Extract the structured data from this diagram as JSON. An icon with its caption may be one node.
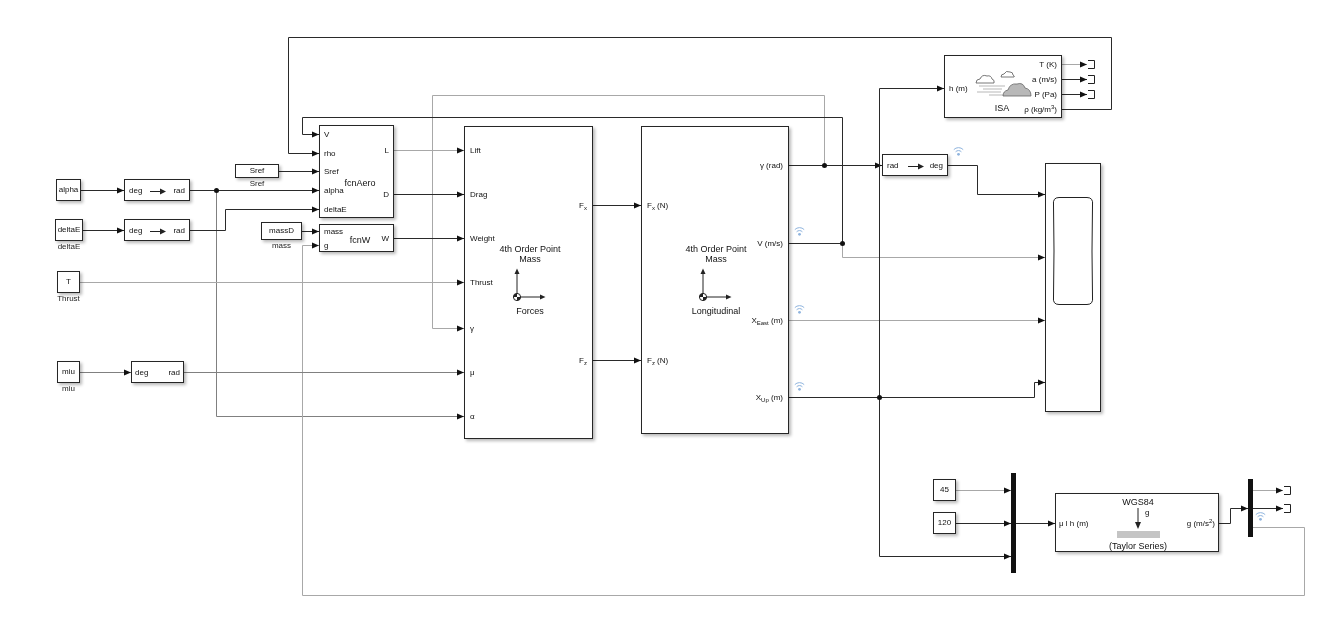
{
  "diagram": {
    "nodes": [
      {
        "text": [
          "alpha"
        ]
      },
      {
        "text": [
          "deltaE"
        ],
        "beside": [
          "deltaE"
        ]
      },
      {
        "text": [
          "T"
        ],
        "beside": [
          "Thrust"
        ]
      },
      {
        "text": [
          "miu"
        ],
        "beside": [
          "miu"
        ]
      },
      {
        "text": [
          "deg",
          "rad"
        ]
      },
      {
        "text": [
          "deg",
          "rad"
        ]
      },
      {
        "text": [
          "Sref"
        ],
        "beside": [
          "Sref"
        ]
      },
      {
        "text": [
          "V",
          "rho",
          "Sref",
          "alpha",
          "deltaE",
          "fcnAero",
          "L",
          "D"
        ]
      },
      {
        "text": [
          "massD"
        ],
        "beside": [
          "mass"
        ]
      },
      {
        "text": [
          "mass",
          "g",
          "fcnW",
          "W"
        ]
      },
      {
        "text": [
          "deg",
          "rad"
        ]
      },
      {
        "text": [
          "Lift",
          "Drag",
          "Weight",
          "Thrust",
          "γ",
          "μ",
          "α",
          "4th Order Point Mass",
          "Forces",
          "F$_{x}$",
          "F$_{z}$"
        ]
      },
      {
        "text": [
          "F$_{x}$ (N)",
          "F$_{z}$ (N)",
          "4th Order Point Mass",
          "Longitudinal",
          "γ (rad)",
          "V (m/s)",
          "X$_{East}$ (m)",
          "X$_{Up}$ (m)"
        ]
      },
      {
        "text": [
          "h (m)",
          "ISA",
          "T (K)",
          "a (m/s)",
          "P (Pa)",
          "ρ (kg/m$^{3}$)"
        ]
      },
      {
        "text": [],
        "shape": "bracket"
      },
      {
        "text": [],
        "shape": "bracket"
      },
      {
        "text": [],
        "shape": "bracket"
      },
      {
        "text": [
          "rad",
          "deg"
        ]
      },
      {
        "text": [],
        "shape": "box"
      },
      {
        "text": [
          "45"
        ]
      },
      {
        "text": [
          "120"
        ]
      },
      {
        "text": [],
        "shape": "bar"
      },
      {
        "text": [
          "μ l h (m)",
          "WGS84",
          "g",
          "(Taylor Series)",
          "g (m/s$^{2}$)"
        ]
      },
      {
        "text": [],
        "shape": "bar"
      },
      {
        "text": [],
        "shape": "bracket"
      },
      {
        "text": [],
        "shape": "bracket"
      }
    ],
    "edges": [
      {
        "from": 0,
        "to": 4,
        "arrow": "to"
      },
      {
        "from": 4,
        "to": 7,
        "arrow": "to"
      },
      {
        "from": 4,
        "to": 11,
        "arrow": "to",
        "color": "#808080"
      },
      {
        "from": 1,
        "to": 5,
        "arrow": "to"
      },
      {
        "from": 5,
        "to": 7,
        "arrow": "to"
      },
      {
        "from": 6,
        "to": 7,
        "arrow": "to"
      },
      {
        "from": 13,
        "to": 7,
        "arrow": "to"
      },
      {
        "from": 12,
        "to": 7,
        "arrow": "to"
      },
      {
        "from": 8,
        "to": 9,
        "arrow": "to"
      },
      {
        "from": 23,
        "to": 9,
        "arrow": "to",
        "color": "#a8a8a8"
      },
      {
        "from": 7,
        "to": 11,
        "arrow": "to",
        "color": "#a8a8a8"
      },
      {
        "from": 7,
        "to": 11,
        "arrow": "to"
      },
      {
        "from": 9,
        "to": 11,
        "arrow": "to"
      },
      {
        "from": 2,
        "to": 11,
        "arrow": "to",
        "color": "#a8a8a8"
      },
      {
        "from": 12,
        "to": 11,
        "arrow": "to",
        "color": "#a8a8a8"
      },
      {
        "from": 3,
        "to": 10,
        "arrow": "to",
        "color": "#808080"
      },
      {
        "from": 10,
        "to": 11,
        "arrow": "to",
        "color": "#808080"
      },
      {
        "from": 11,
        "to": 12,
        "arrow": "to"
      },
      {
        "from": 11,
        "to": 12,
        "arrow": "to"
      },
      {
        "from": 12,
        "to": 17,
        "arrow": "to"
      },
      {
        "from": 12,
        "to": 18,
        "arrow": "to",
        "color": "#a8a8a8"
      },
      {
        "from": 12,
        "to": 18,
        "arrow": "to",
        "color": "#a8a8a8"
      },
      {
        "from": 12,
        "to": 18,
        "arrow": "to"
      },
      {
        "from": 12,
        "to": 13,
        "arrow": "to"
      },
      {
        "from": 12,
        "to": 21,
        "arrow": "to"
      },
      {
        "from": 17,
        "to": 18,
        "arrow": "to"
      },
      {
        "from": 13,
        "to": 14,
        "arrow": "to",
        "color": "#a8a8a8"
      },
      {
        "from": 13,
        "to": 15,
        "arrow": "to"
      },
      {
        "from": 13,
        "to": 16,
        "arrow": "to"
      },
      {
        "from": 19,
        "to": 21,
        "arrow": "to",
        "color": "#a8a8a8"
      },
      {
        "from": 20,
        "to": 21,
        "arrow": "to"
      },
      {
        "from": 21,
        "to": 22,
        "arrow": "to"
      },
      {
        "from": 22,
        "to": 23,
        "arrow": "to"
      },
      {
        "from": 23,
        "to": 24,
        "arrow": "to",
        "color": "#a8a8a8"
      },
      {
        "from": 23,
        "to": 25,
        "arrow": "to"
      }
    ]
  }
}
